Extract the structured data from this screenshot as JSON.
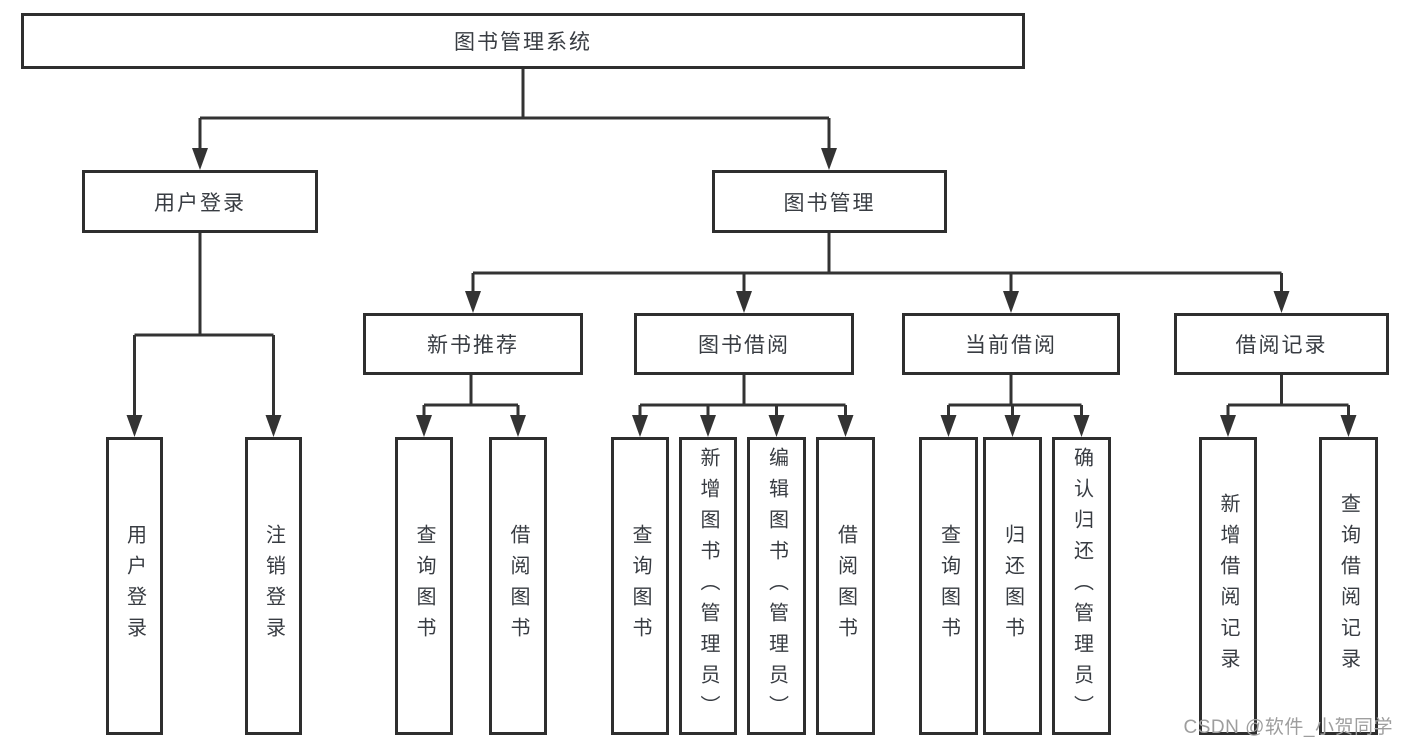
{
  "diagram": {
    "root": {
      "label": "图书管理系统"
    },
    "level2": [
      {
        "label": "用户登录"
      },
      {
        "label": "图书管理"
      }
    ],
    "level3": [
      {
        "label": "新书推荐"
      },
      {
        "label": "图书借阅"
      },
      {
        "label": "当前借阅"
      },
      {
        "label": "借阅记录"
      }
    ],
    "leaves": {
      "user_login": [
        {
          "label": "用户登录"
        },
        {
          "label": "注销登录"
        }
      ],
      "new_books": [
        {
          "label": "查询图书"
        },
        {
          "label": "借阅图书"
        }
      ],
      "book_borrow": [
        {
          "label": "查询图书"
        },
        {
          "label": "新增图书（管理员）"
        },
        {
          "label": "编辑图书（管理员）"
        },
        {
          "label": "借阅图书"
        }
      ],
      "current_borrow": [
        {
          "label": "查询图书"
        },
        {
          "label": "归还图书"
        },
        {
          "label": "确认归还（管理员）"
        }
      ],
      "borrow_records": [
        {
          "label": "新增借阅记录"
        },
        {
          "label": "查询借阅记录"
        }
      ]
    },
    "watermark": "CSDN @软件_小贺同学",
    "colors": {
      "line": "#333333",
      "border": "#2e2e2e",
      "text": "#383c42",
      "watermark": "#9e9e9e",
      "background": "#ffffff"
    }
  }
}
